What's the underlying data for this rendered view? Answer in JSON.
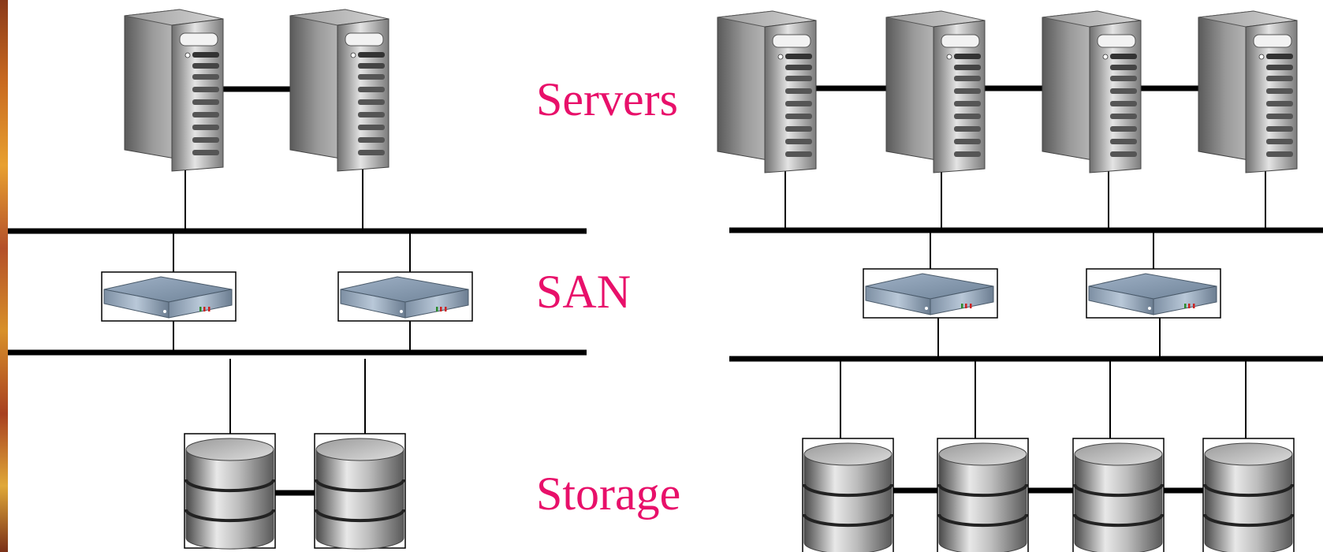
{
  "labels": {
    "servers": "Servers",
    "san": "SAN",
    "storage": "Storage"
  },
  "colors": {
    "label": "#e8106a",
    "line": "#000000",
    "background": "#ffffff"
  },
  "icons": {
    "server": "server-tower-icon",
    "switch": "san-switch-icon",
    "storage": "disk-storage-icon"
  },
  "left_topology": {
    "servers": 2,
    "switches": 2,
    "storage": 2
  },
  "right_topology": {
    "servers": 4,
    "switches": 2,
    "storage": 4
  }
}
